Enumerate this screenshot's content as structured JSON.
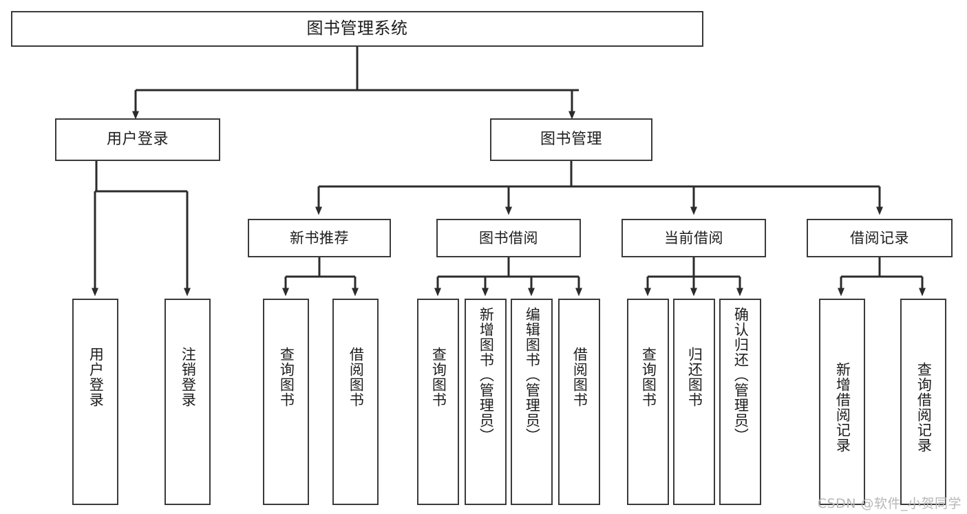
{
  "diagram": {
    "title": "图书管理系统",
    "watermark": "CSDN @软件_小贺同学",
    "type": "tree-hierarchy-diagram",
    "colors": {
      "box_border": "#3a3a3a",
      "box_fill": "#ffffff",
      "connector": "#2b2b2b",
      "text": "#1d1d1d",
      "watermark": "#b7b7b7",
      "background": "#ffffff"
    },
    "root": {
      "label": "图书管理系统"
    },
    "level2": [
      {
        "label": "用户登录"
      },
      {
        "label": "图书管理"
      }
    ],
    "level3": [
      {
        "label": "新书推荐"
      },
      {
        "label": "图书借阅"
      },
      {
        "label": "当前借阅"
      },
      {
        "label": "借阅记录"
      }
    ],
    "leaves": {
      "user_login": [
        {
          "label": "用户登录"
        },
        {
          "label": "注销登录"
        }
      ],
      "new_book_recommend": [
        {
          "label": "查询图书"
        },
        {
          "label": "借阅图书"
        }
      ],
      "book_borrow": [
        {
          "label": "查询图书"
        },
        {
          "label": "新增图书（管理员）"
        },
        {
          "label": "编辑图书（管理员）"
        },
        {
          "label": "借阅图书"
        }
      ],
      "current_borrow": [
        {
          "label": "查询图书"
        },
        {
          "label": "归还图书"
        },
        {
          "label": "确认归还（管理员）"
        }
      ],
      "borrow_record": [
        {
          "label": "新增借阅记录"
        },
        {
          "label": "查询借阅记录"
        }
      ]
    }
  }
}
